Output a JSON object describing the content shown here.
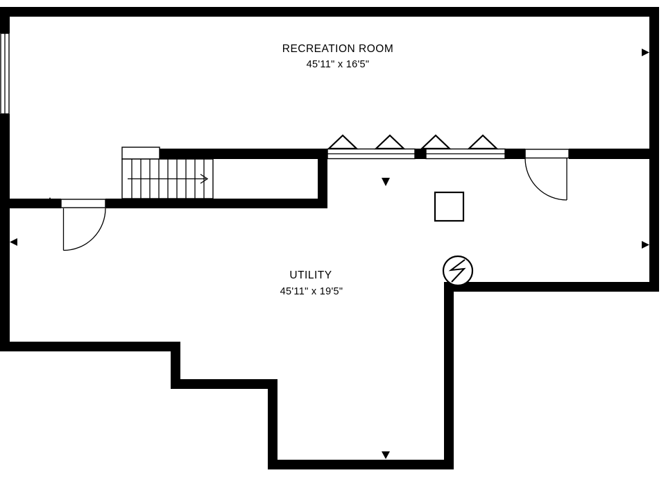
{
  "colors": {
    "wall": "#000000",
    "line": "#000000",
    "text": "#000000",
    "background": "#ffffff"
  },
  "rooms": [
    {
      "name": "RECREATION ROOM",
      "dimensions": "45'11\" x 16'5\""
    },
    {
      "name": "UTILITY",
      "dimensions": "45'11\" x 19'5\""
    }
  ],
  "symbols": [
    "staircase-with-direction-arrow",
    "door-swing-arc",
    "window-double-line",
    "awning-window-triangle",
    "support-post-square",
    "electrical-meter-circle",
    "dimension-arrow"
  ]
}
